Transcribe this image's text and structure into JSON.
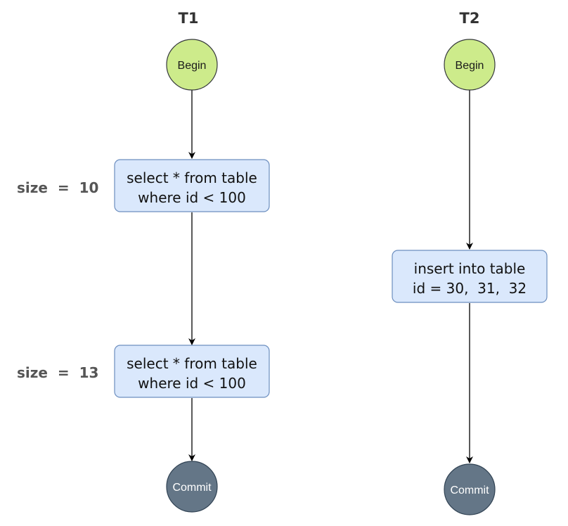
{
  "columns": {
    "t1": {
      "title": "T1",
      "begin": "Begin",
      "commit": "Commit",
      "queries": [
        {
          "line1": "select * from table",
          "line2": "where id < 100",
          "annotation": "size  =  10"
        },
        {
          "line1": "select * from table",
          "line2": "where id < 100",
          "annotation": "size  =  13"
        }
      ]
    },
    "t2": {
      "title": "T2",
      "begin": "Begin",
      "commit": "Commit",
      "insert": {
        "line1": "insert into table",
        "line2": "id = 30,  31,  32"
      }
    }
  },
  "colors": {
    "begin_fill": "#cdeb8b",
    "commit_fill": "#647687",
    "box_fill": "#dae8fc",
    "box_stroke": "#6c8ebf"
  }
}
